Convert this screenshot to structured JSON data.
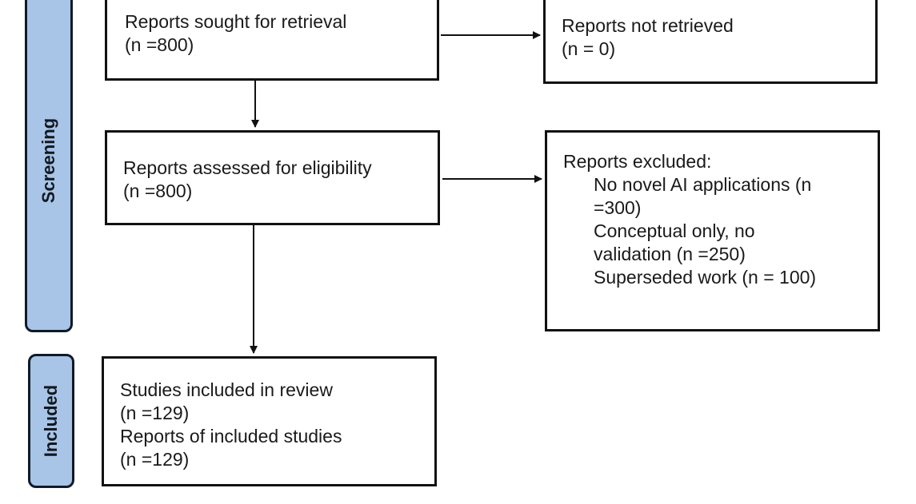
{
  "phases": {
    "screening": "Screening",
    "included": "Included"
  },
  "boxes": {
    "sought": {
      "line1": "Reports sought for retrieval",
      "line2": "(n =800)"
    },
    "not_retrieved": {
      "line1": "Reports not retrieved",
      "line2": "(n = 0)"
    },
    "assessed": {
      "line1": "Reports assessed for eligibility",
      "line2": "(n =800)"
    },
    "excluded": {
      "heading": "Reports excluded:",
      "reasons": [
        "No novel AI applications (n",
        "=300)",
        "Conceptual only, no",
        "validation (n =250)",
        "Superseded work (n = 100)"
      ]
    },
    "included": {
      "line1": "Studies included in review",
      "line2": "(n =129)",
      "line3": "Reports of included studies",
      "line4": "(n =129)"
    }
  }
}
